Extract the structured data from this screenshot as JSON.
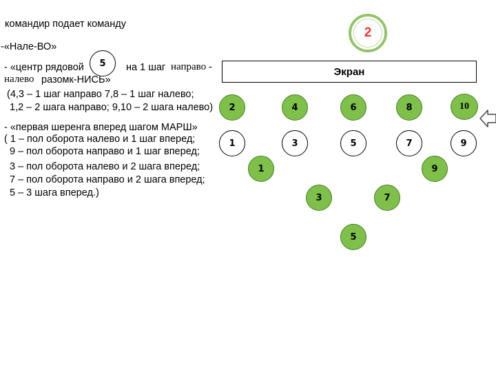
{
  "slide_number": "2",
  "commands": {
    "line1": "командир подает команду",
    "line2": "-«Нале-ВО»",
    "line3a": "- «центр рядовой",
    "line3_badge": "5",
    "line3b": "на 1 шаг",
    "line3c": "направо -",
    "line4a": "налево",
    "line4b": "разомк-НИСЬ»",
    "line5": "(4,3 – 1 шаг направо 7,8 – 1 шаг налево;",
    "line6": "1,2 – 2 шага направо; 9,10 – 2 шага налево)",
    "line7": "- «первая шеренга вперед шагом МАРШ»",
    "line8": "( 1 – пол оборота налево и 1 шаг вперед;",
    "line9": "9 – пол оборота направо и 1 шаг вперед;",
    "line10": "3 – пол оборота налево и 2 шага вперед;",
    "line11": "7 – пол оборота направо и 2 шага вперед;",
    "line12": "5 – 3 шага вперед.)"
  },
  "screen_label": "Экран",
  "row1": [
    "2",
    "4",
    "6",
    "8",
    "10"
  ],
  "row2": [
    "1",
    "3",
    "5",
    "7",
    "9"
  ],
  "wedge": [
    "1",
    "9",
    "3",
    "7",
    "5"
  ],
  "colors": {
    "green": "#7ec04a",
    "badge_ring": "#93c46b",
    "badge_text": "#e53935"
  },
  "icons": {
    "arrow": "left-arrow-icon"
  }
}
